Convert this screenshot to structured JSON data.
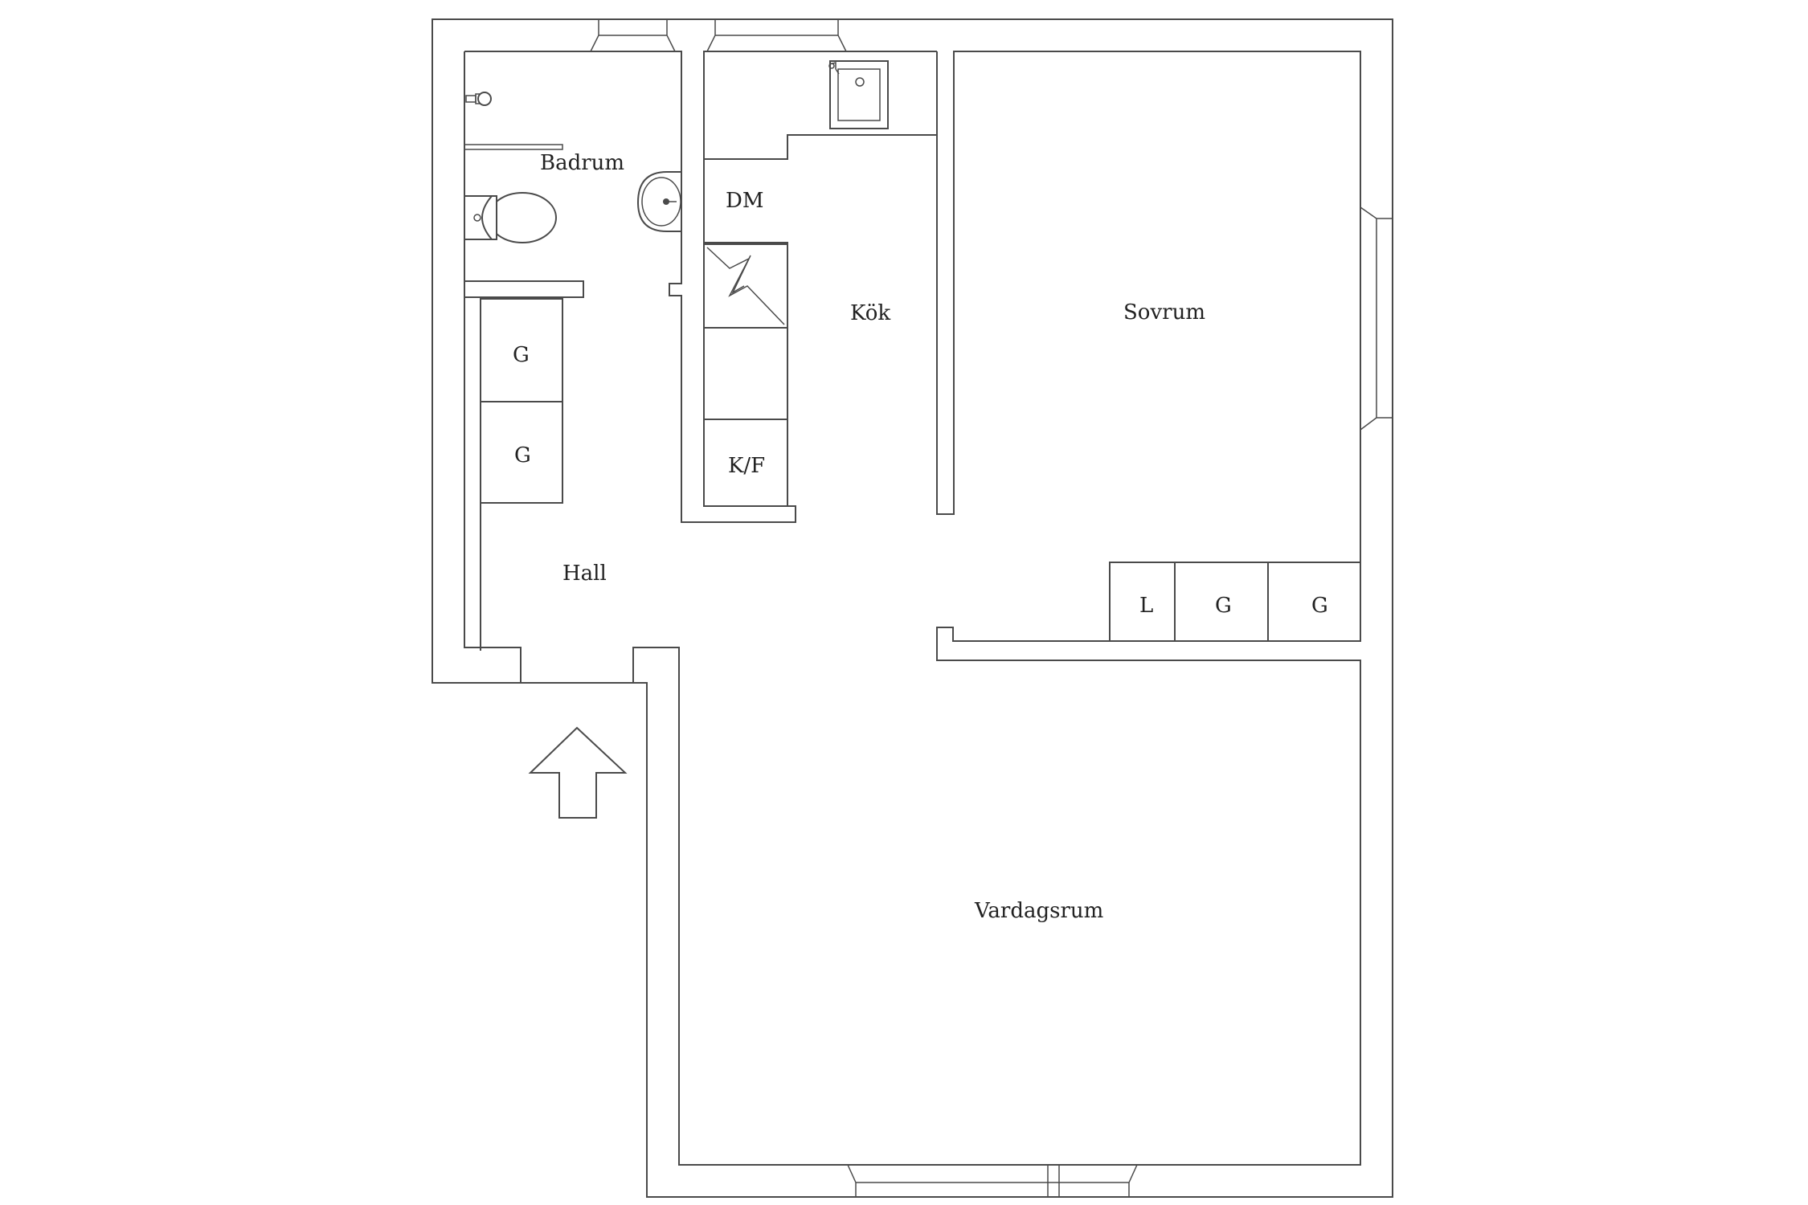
{
  "floor_plan": {
    "rooms": {
      "bathroom": "Badrum",
      "kitchen": "Kök",
      "bedroom": "Sovrum",
      "hall": "Hall",
      "living_room": "Vardagsrum"
    },
    "fixtures": {
      "dishwasher": "DM",
      "fridge_freezer": "K/F",
      "hall_wardrobe_1": "G",
      "hall_wardrobe_2": "G",
      "linen_closet": "L",
      "bedroom_wardrobe_1": "G",
      "bedroom_wardrobe_2": "G"
    }
  }
}
